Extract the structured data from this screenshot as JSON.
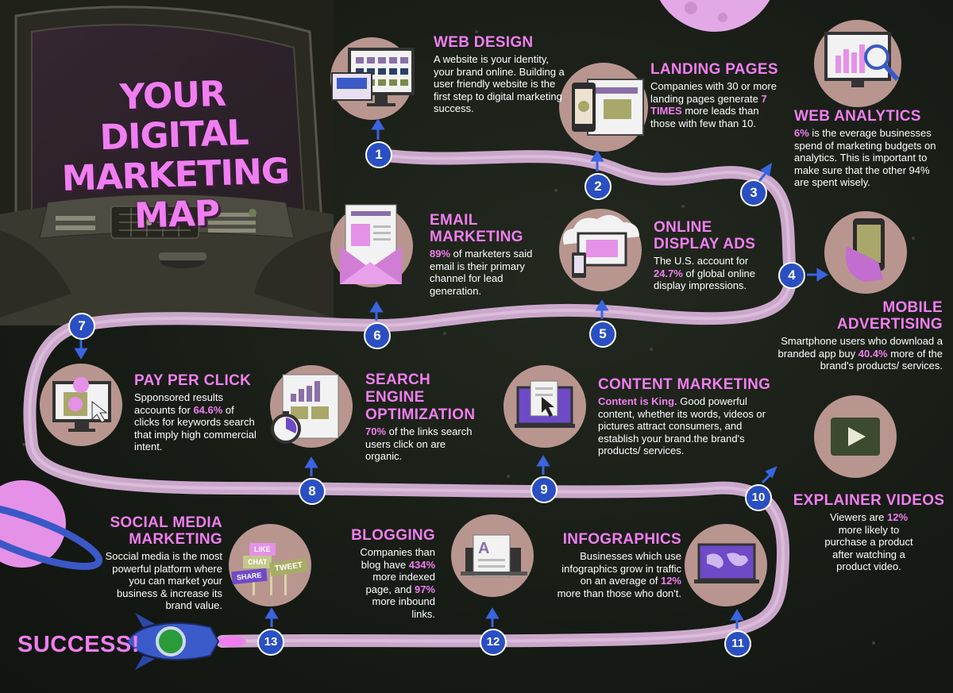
{
  "title": {
    "line1": "YOUR DIGITAL",
    "line2": "MARKETING MAP"
  },
  "colors": {
    "accent": "#f07ef0",
    "node": "#2a4fc2",
    "path": "#c9a8c9",
    "circle": "#b8968f"
  },
  "success_label": "SUCCESS!",
  "steps": [
    {
      "num": "1",
      "title": "WEB DESIGN",
      "icon": "website-icon",
      "text": "A website is your identity, your brand online. Building a user friendly website is the first step to digital marketing success."
    },
    {
      "num": "2",
      "title": "LANDING PAGES",
      "icon": "landing-page-icon",
      "pre": "Companies with 30 or more landing pages generate ",
      "hl": "7 TIMES",
      "post": " more leads than those with few than 10."
    },
    {
      "num": "3",
      "title": "WEB ANALYTICS",
      "icon": "analytics-icon",
      "hl": "6%",
      "post": " is the everage businesses spend of marketing budgets on analytics. This is important to make sure that the other 94% are spent wisely."
    },
    {
      "num": "4",
      "title_line1": "MOBILE",
      "title_line2": "ADVERTISING",
      "icon": "mobile-icon",
      "pre": "Smartphone users who download a branded app buy ",
      "hl": "40.4%",
      "post": " more of the brand's products/ services."
    },
    {
      "num": "5",
      "title_line1": "ONLINE",
      "title_line2": "DISPLAY ADS",
      "icon": "display-ads-icon",
      "pre": "The U.S. account for ",
      "hl": "24.7%",
      "post": " of global online display impressions."
    },
    {
      "num": "6",
      "title_line1": "EMAIL",
      "title_line2": "MARKETING",
      "icon": "email-icon",
      "hl": "89%",
      "post": " of marketers said email is their primary channel for lead generation."
    },
    {
      "num": "7",
      "title": "PAY PER CLICK",
      "icon": "pay-per-click-icon",
      "pre": "Spponsored results accounts for ",
      "hl": "64.6%",
      "post": " of clicks for keywords search that imply high commercial intent."
    },
    {
      "num": "8",
      "title_line1": "SEARCH",
      "title_line2": "ENGINE",
      "title_line3": "OPTIMIZATION",
      "icon": "seo-icon",
      "hl": "70%",
      "post": " of the links search users click on are organic."
    },
    {
      "num": "9",
      "title": "CONTENT MARKETING",
      "icon": "content-icon",
      "hl": "Content is King.",
      "post": " Good powerful content, whether its words, videos or pictures attract consumers, and establish your brand.the brand's products/ services."
    },
    {
      "num": "10",
      "title": "EXPLAINER VIDEOS",
      "icon": "video-play-icon",
      "pre": "Viewers are ",
      "hl": "12%",
      "post": " more likely to purchase a product after watching a product video."
    },
    {
      "num": "11",
      "title": "INFOGRAPHICS",
      "icon": "world-map-icon",
      "pre": "Businesses which use infographics grow in traffic on an average of ",
      "hl": "12%",
      "post": " more than those who don't."
    },
    {
      "num": "12",
      "title": "BLOGGING",
      "icon": "blog-icon",
      "pre": "Companies than blog have ",
      "hl": "434%",
      "mid": " more indexed page, and ",
      "hl2": "97%",
      "post": " more inbound links."
    },
    {
      "num": "13",
      "title_line1": "SOCIAL MEDIA",
      "title_line2": "MARKETING",
      "icon": "social-media-icon",
      "text": "Soccial media is the most powerful platform where you can market your business & increase its brand value.",
      "signs": {
        "like": "LIKE",
        "chat": "CHAT",
        "share": "SHARE",
        "tweet": "TWEET"
      }
    }
  ]
}
